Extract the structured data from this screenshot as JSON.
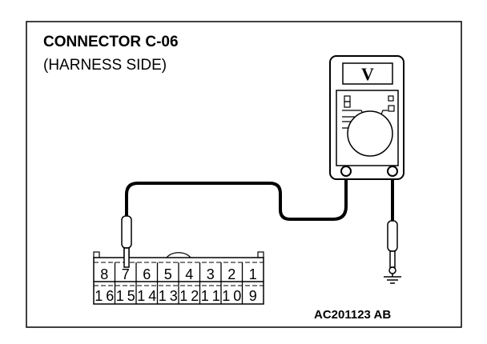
{
  "title": "CONNECTOR C-06",
  "subtitle": "(HARNESS SIDE)",
  "meter": {
    "display": "V"
  },
  "connector": {
    "top_row": [
      "8",
      "7",
      "6",
      "5",
      "4",
      "3",
      "2",
      "1"
    ],
    "bottom_row": [
      "16",
      "15",
      "14",
      "13",
      "12",
      "11",
      "10",
      "9"
    ]
  },
  "figure_code": "AC201123 AB"
}
